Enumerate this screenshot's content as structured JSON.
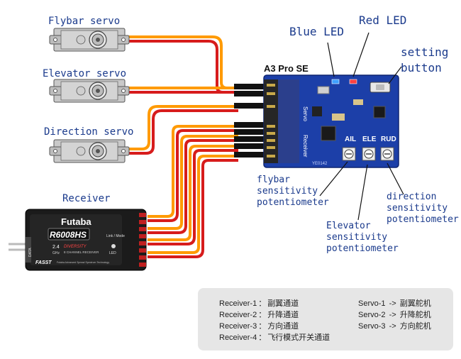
{
  "labels": {
    "flybar_servo": "Flybar servo",
    "elevator_servo": "Elevator servo",
    "direction_servo": "Direction servo",
    "receiver": "Receiver",
    "blue_led": "Blue LED",
    "red_led": "Red LED",
    "setting_button": "setting\nbutton",
    "flybar_pot": "flybar\nsensitivity\npotentiometer",
    "elevator_pot": "Elevator\nsensitivity\npotentiometer",
    "direction_pot": "direction\nsensitivity\npotentiometer"
  },
  "board": {
    "title": "A3 Pro SE",
    "servo_header": "Servo",
    "receiver_header": "Receiver",
    "pot_labels": [
      "AIL",
      "ELE",
      "RUD"
    ],
    "serial": "YE0142"
  },
  "receiver_unit": {
    "brand": "Futaba",
    "model": "R6008HS",
    "band": "2.4",
    "band_unit": "GHz",
    "diversity": "DIVERSITY",
    "channels": "8 CHANNEL RECEIVER",
    "fasst": "FASST",
    "fasst_desc": "Futaba Advanced Spread Spectrum Technology",
    "link_mode": "Link / Mode",
    "led": "LED",
    "data": "DATA"
  },
  "legend": {
    "receiver_channels": [
      {
        "code": "Receiver-1",
        "sep": "：",
        "desc": "副翼通道"
      },
      {
        "code": "Receiver-2",
        "sep": "：",
        "desc": "升降通道"
      },
      {
        "code": "Receiver-3",
        "sep": "：",
        "desc": "方向通道"
      },
      {
        "code": "Receiver-4",
        "sep": "：",
        "desc": "飞行模式开关通道"
      }
    ],
    "servo_channels": [
      {
        "code": "Servo-1",
        "sep": "->",
        "desc": "副翼舵机"
      },
      {
        "code": "Servo-2",
        "sep": "->",
        "desc": "升降舵机"
      },
      {
        "code": "Servo-3",
        "sep": "->",
        "desc": "方向舵机"
      }
    ]
  },
  "colors": {
    "wire_orange": "#ff9a00",
    "wire_red": "#d71c1c",
    "wire_brown": "#4a2608",
    "board_blue": "#1c3fa8",
    "label_blue": "#1a3a8c",
    "legend_bg": "#e6e6e6"
  }
}
